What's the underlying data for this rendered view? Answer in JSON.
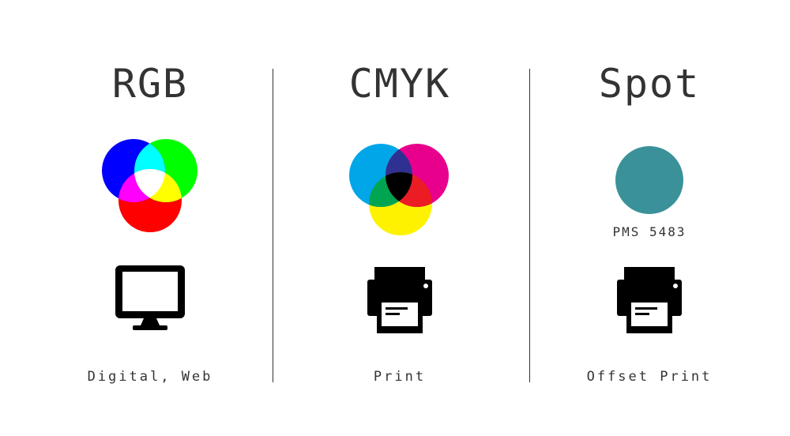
{
  "columns": [
    {
      "title": "RGB",
      "icon": "monitor-icon",
      "caption": "Digital, Web",
      "colors": {
        "red": "#ff0000",
        "green": "#00ff00",
        "blue": "#0000ff",
        "cyan": "#00ffff",
        "magenta": "#ff00ff",
        "yellow": "#ffff00",
        "white": "#ffffff"
      }
    },
    {
      "title": "CMYK",
      "icon": "printer-icon",
      "caption": "Print",
      "colors": {
        "cyan": "#00a6e8",
        "magenta": "#e8008c",
        "yellow": "#fff200",
        "blue": "#2e3191",
        "red": "#ec1c24",
        "green": "#00a551",
        "black": "#000000"
      }
    },
    {
      "title": "Spot",
      "icon": "printer-icon",
      "caption": "Offset Print",
      "swatch_label": "PMS 5483",
      "colors": {
        "swatch": "#3a9199"
      }
    }
  ]
}
